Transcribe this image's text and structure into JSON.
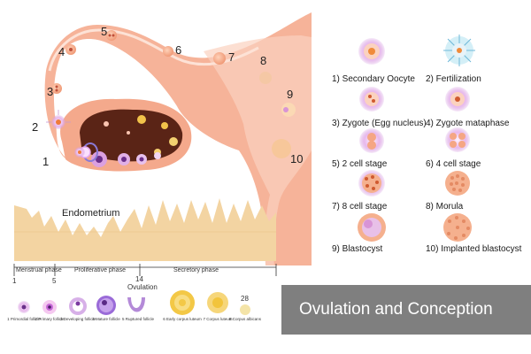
{
  "title": "Ovulation and Conception",
  "stage_numbers": [
    "1",
    "2",
    "3",
    "4",
    "5",
    "6",
    "7",
    "8",
    "9",
    "10"
  ],
  "legend": [
    {
      "label": "1) Secondary Oocyte"
    },
    {
      "label": "2) Fertilization"
    },
    {
      "label": "3) Zygote (Egg nucleus)"
    },
    {
      "label": "4) Zygote mataphase"
    },
    {
      "label": "5) 2 cell stage"
    },
    {
      "label": "6) 4 cell stage"
    },
    {
      "label": "7) 8 cell stage"
    },
    {
      "label": "8) Morula"
    },
    {
      "label": "9) Blastocyst"
    },
    {
      "label": "10) Implanted blastocyst"
    }
  ],
  "endometrium": {
    "label": "Endometrium",
    "phases": [
      "Menstrual phase",
      "Proliferative phase",
      "Secretory phase"
    ],
    "day_marks": [
      "1",
      "5",
      "14",
      "28"
    ],
    "ovulation_label": "Ovulation"
  },
  "follicles": [
    {
      "label": "1 Primordial follicle"
    },
    {
      "label": "2 Primary follicle"
    },
    {
      "label": "3 Developing follicle"
    },
    {
      "label": "4 Mature follicle"
    },
    {
      "label": "5 Ruptured follicle"
    },
    {
      "label": "6 Early corpus luteum"
    },
    {
      "label": "7 Corpus luteum"
    },
    {
      "label": "8 Corpus albicans"
    }
  ],
  "colors": {
    "tissue": "#f6b399",
    "tissue_light": "#fbd2bf",
    "ovary_dark": "#5a2416",
    "banner": "#7f7f7f",
    "cell": "#f7c53a",
    "oocyte_glow": "#e7b7e8"
  }
}
